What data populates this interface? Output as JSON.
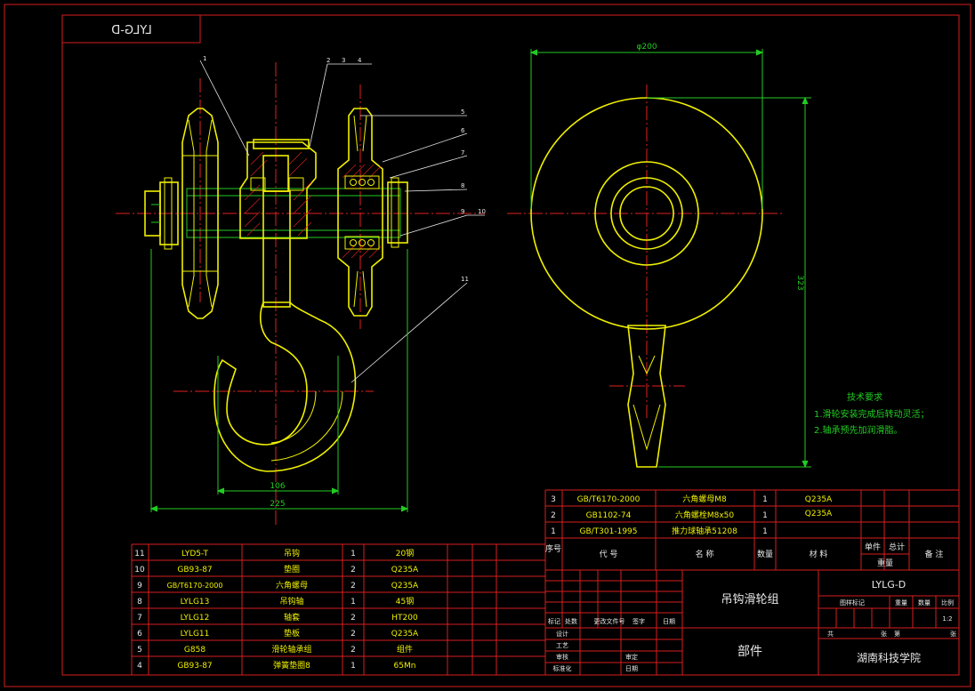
{
  "title_block_reverse": "LYLG-D",
  "drawing_name": "吊钩滑轮组",
  "drawing_type": "部件",
  "drawing_code": "LYLG-D",
  "institution": "湖南科技学院",
  "tech_req": {
    "title": "技术要求",
    "items": [
      "1.滑轮安装完成后转动灵活；",
      "2.轴承预先加润滑脂。"
    ]
  },
  "dims": {
    "d106": "106",
    "d225": "225",
    "d200": "φ200",
    "d323": "323"
  },
  "callouts": [
    "1",
    "2",
    "3",
    "4",
    "5",
    "6",
    "7",
    "8",
    "9",
    "10",
    "11"
  ],
  "bom_upper": [
    {
      "no": "3",
      "code": "GB/T6170-2000",
      "name": "六角螺母M8",
      "qty": "1",
      "mat": "Q235A"
    },
    {
      "no": "2",
      "code": "GB1102-74",
      "name": "六角螺栓M8x50",
      "qty": "1",
      "mat": "Q235A"
    },
    {
      "no": "1",
      "code": "GB/T301-1995",
      "name": "推力球轴承51208",
      "qty": "1",
      "mat": ""
    }
  ],
  "bom_header": {
    "no": "序号",
    "code": "代 号",
    "name": "名 称",
    "qty": "数量",
    "mat": "材 料",
    "unit": "单件",
    "total": "总计",
    "weight": "重量",
    "note": "备 注"
  },
  "bom_lower": [
    {
      "no": "11",
      "code": "LYD5-T",
      "name": "吊钩",
      "qty": "1",
      "mat": "20钢"
    },
    {
      "no": "10",
      "code": "GB93-87",
      "name": "垫圈",
      "qty": "2",
      "mat": "Q235A"
    },
    {
      "no": "9",
      "code": "GB/T6170-2000",
      "name": "六角螺母",
      "qty": "2",
      "mat": "Q235A"
    },
    {
      "no": "8",
      "code": "LYLG13",
      "name": "吊钩轴",
      "qty": "1",
      "mat": "45钢"
    },
    {
      "no": "7",
      "code": "LYLG12",
      "name": "轴套",
      "qty": "2",
      "mat": "HT200"
    },
    {
      "no": "6",
      "code": "LYLG11",
      "name": "垫板",
      "qty": "2",
      "mat": "Q235A"
    },
    {
      "no": "5",
      "code": "G858",
      "name": "滑轮轴承组",
      "qty": "2",
      "mat": "组件"
    },
    {
      "no": "4",
      "code": "GB93-87",
      "name": "弹簧垫圈8",
      "qty": "1",
      "mat": "65Mn"
    }
  ],
  "title_block": {
    "row_labels": [
      "标记",
      "处数",
      "更改文件号",
      "签字",
      "日期"
    ],
    "design": "设计",
    "process": "工艺",
    "check": "审核",
    "approve": "审定",
    "standard": "标准化",
    "date": "日期",
    "stage_mark": "图样标记",
    "weight": "重量",
    "count": "数量",
    "scale": "比例",
    "scale_value": "1:2",
    "total": "共",
    "sheet": "张",
    "page": "第",
    "sheet2": "张"
  }
}
